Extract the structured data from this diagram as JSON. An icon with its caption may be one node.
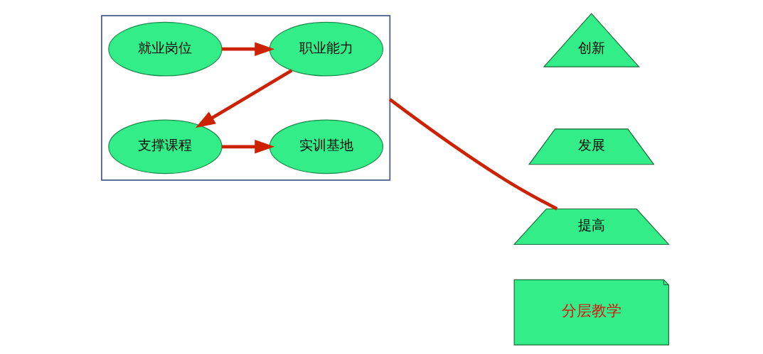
{
  "diagram": {
    "nodes": [
      {
        "text": [],
        "shape": "box"
      },
      {
        "text": [
          "就业岗位"
        ],
        "in": 0
      },
      {
        "text": [
          "职业能力"
        ],
        "in": 0
      },
      {
        "text": [
          "支撑课程"
        ],
        "in": 0
      },
      {
        "text": [
          "实训基地"
        ],
        "in": 0
      },
      {
        "text": [
          "创新"
        ]
      },
      {
        "text": [
          "发展"
        ]
      },
      {
        "text": [
          "提高"
        ]
      },
      {
        "text": [
          "分层教学"
        ]
      }
    ],
    "edges": [
      {
        "from": 1,
        "to": 2,
        "arrow": "to"
      },
      {
        "from": 2,
        "to": 3,
        "arrow": "to"
      },
      {
        "from": 3,
        "to": 4,
        "arrow": "to"
      },
      {
        "from": 0,
        "to": 7,
        "arrow": "none"
      }
    ]
  }
}
